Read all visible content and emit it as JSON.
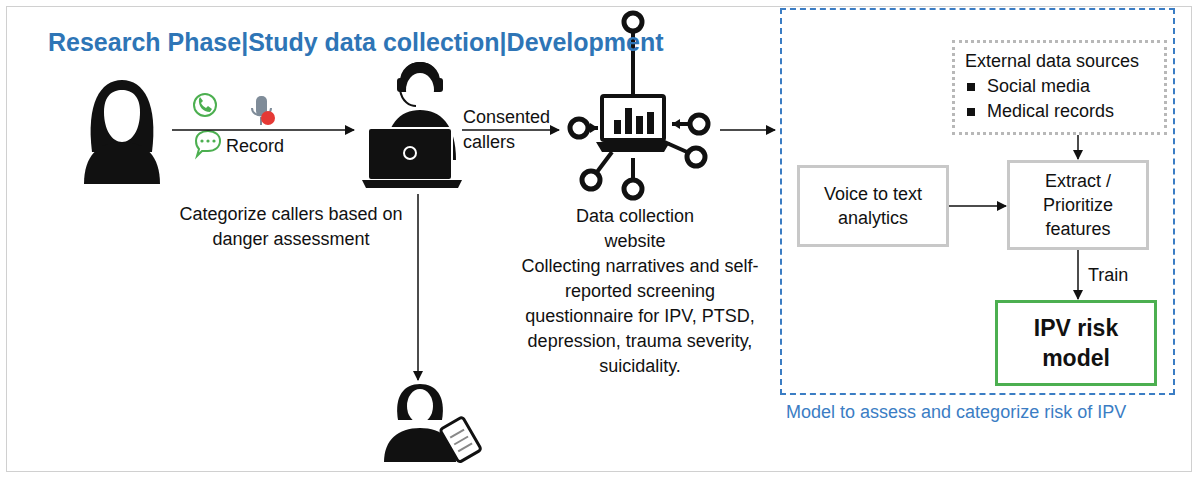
{
  "diagram": {
    "title": "Research Phase|Study data collection|Development",
    "nodes": [
      {
        "text": [
          "Model to assess and categorize risk of IPV"
        ]
      },
      {
        "text": [
          "External data sources",
          "Social media",
          "Medical records"
        ],
        "in": 0
      },
      {
        "text": [
          "Voice to text analytics"
        ],
        "in": 0
      },
      {
        "text": [
          "Extract / Prioritize features"
        ],
        "in": 0
      },
      {
        "text": [
          "IPV risk model"
        ],
        "in": 0
      }
    ],
    "edges": [
      {
        "from": 1,
        "to": 3,
        "arrow": "to"
      },
      {
        "from": 2,
        "to": 3,
        "arrow": "to"
      },
      {
        "from": 3,
        "to": 4,
        "label": "Train",
        "arrow": "to"
      }
    ],
    "labels": [
      "Record",
      "Consented callers",
      "Categorize callers based on danger assessment",
      "Data collection website",
      "Collecting narratives and self-reported screening questionnaire for IPV, PTSD, depression, trauma severity, suicidality."
    ]
  }
}
